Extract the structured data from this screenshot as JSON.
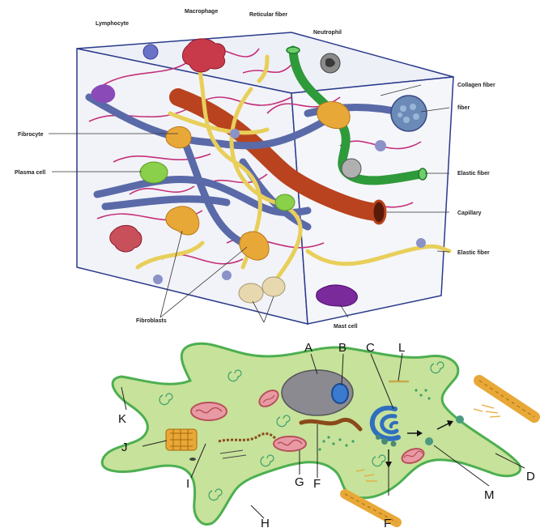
{
  "top_diagram": {
    "labels": {
      "lymphocyte": "Lymphocyte",
      "macrophage": "Macrophage",
      "reticular_fiber": "Reticular fiber",
      "neutrophil": "Neutrophil",
      "collagen_fiber": "Collagen fiber",
      "fiber": "fiber",
      "fibrocyte": "Fibrocyte",
      "plasma_cell": "Plasma cell",
      "elastic_fiber_green": "Elastic fiber",
      "capillary": "Capillary",
      "elastic_fiber": "Elastic fiber",
      "fibroblasts": "Fibroblasts",
      "mast_cell": "Mast cell"
    }
  },
  "bottom_diagram": {
    "labels": {
      "A": "A",
      "B": "B",
      "C": "C",
      "L": "L",
      "K": "K",
      "J": "J",
      "I": "I",
      "G": "G",
      "F1": "F",
      "H": "H",
      "F2": "F",
      "M": "M",
      "D": "D"
    }
  },
  "colors": {
    "box_edge": "#2a3a8a",
    "collagen": "#5a6aa8",
    "elastic_yellow": "#e8cf5a",
    "reticular": "#c4307a",
    "capillary": "#b8431e",
    "elastic_green": "#2f9a3a",
    "fibroblast_orange": "#e8a838",
    "cell_body": "#c7e29a",
    "cell_outline": "#4caf50",
    "nucleus": "#8a8a90",
    "golgi": "#2f6fbf",
    "mitochondria": "#e89aa4"
  }
}
